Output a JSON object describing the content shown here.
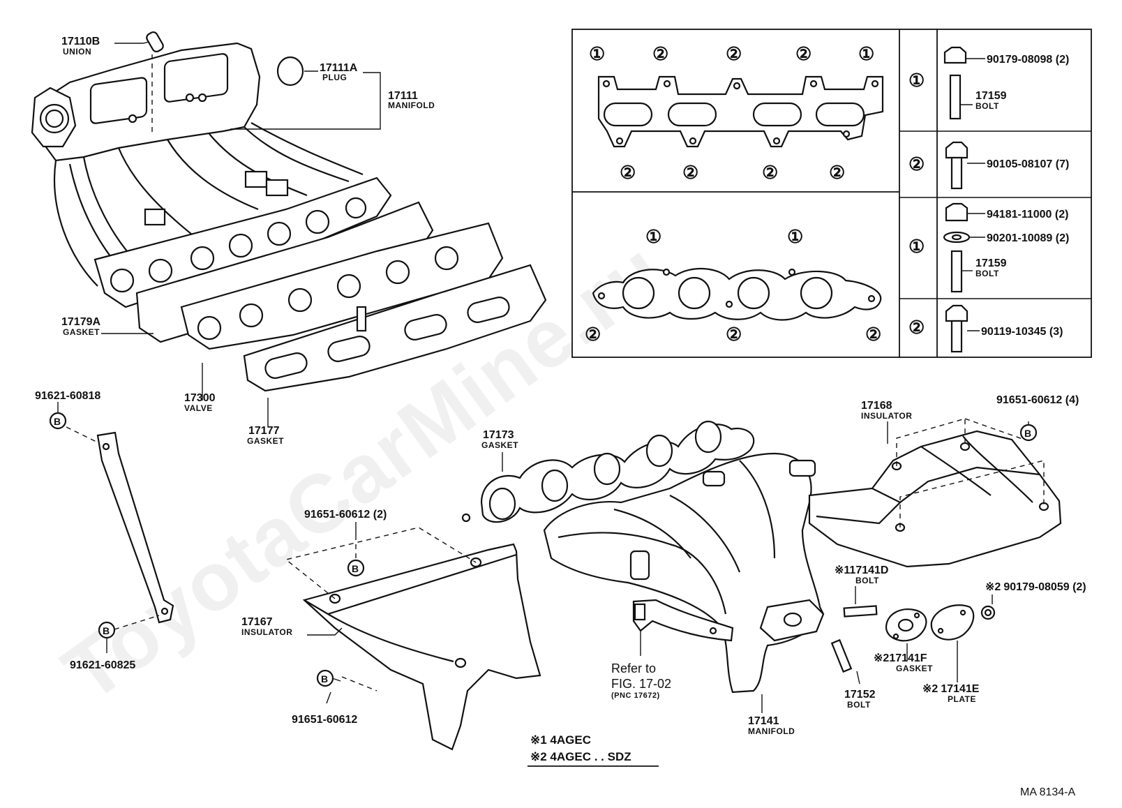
{
  "watermark": "ToyotaCarMine.ru",
  "doc_ref": "MA 8134-A",
  "parts": {
    "p17110B": {
      "num": "17110B",
      "name": "UNION"
    },
    "p17111A": {
      "num": "17111A",
      "name": "PLUG"
    },
    "p17111": {
      "num": "17111",
      "name": "MANIFOLD"
    },
    "p17179A": {
      "num": "17179A",
      "name": "GASKET"
    },
    "p17300": {
      "num": "17300",
      "name": "VALVE"
    },
    "p17177": {
      "num": "17177",
      "name": "GASKET"
    },
    "p17173": {
      "num": "17173",
      "name": "GASKET"
    },
    "p17168": {
      "num": "17168",
      "name": "INSULATOR"
    },
    "p17167": {
      "num": "17167",
      "name": "INSULATOR"
    },
    "p17141D": {
      "mark": "※1",
      "num": "17141D",
      "name": "BOLT"
    },
    "p17141F": {
      "mark": "※2",
      "num": "17141F",
      "name": "GASKET"
    },
    "p17141E": {
      "mark": "※2",
      "num": "17141E",
      "name": "PLATE"
    },
    "p17152": {
      "num": "17152",
      "name": "BOLT"
    },
    "p17141": {
      "num": "17141",
      "name": "MANIFOLD"
    },
    "p90179_08059": {
      "mark": "※2",
      "num": "90179-08059 (2)"
    },
    "p91621_60818": {
      "num": "91621-60818"
    },
    "p91621_60825": {
      "num": "91621-60825"
    },
    "p91651_60612_2": {
      "num": "91651-60612 (2)"
    },
    "p91651_60612": {
      "num": "91651-60612"
    },
    "p91651_60612_4": {
      "num": "91651-60612 (4)"
    }
  },
  "refer": {
    "line1": "Refer to",
    "line2": "FIG. 17-02",
    "line3": "(PNC 17672)"
  },
  "legend": {
    "line1": "※1 4AGEC",
    "line2": "※2 4AGEC . . SDZ"
  },
  "callout_b": "B",
  "table": {
    "circ1": "①",
    "circ2": "②",
    "r1": {
      "num": "90179-08098 (2)",
      "num2": "17159",
      "name2": "BOLT"
    },
    "r2": {
      "num": "90105-08107 (7)"
    },
    "r3": {
      "num": "94181-11000 (2)",
      "num2": "90201-10089 (2)",
      "num3": "17159",
      "name3": "BOLT"
    },
    "r4": {
      "num": "90119-10345 (3)"
    }
  }
}
